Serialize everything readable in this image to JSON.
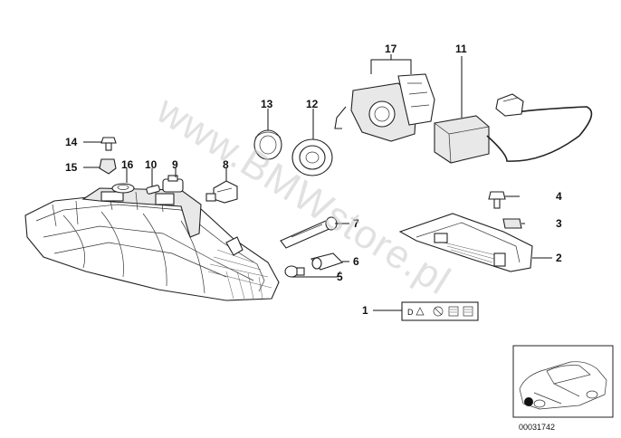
{
  "watermark": "www.BMWstore.pl",
  "reference_number": "00031742",
  "part_labels": {
    "p1": "1",
    "p2": "2",
    "p3": "3",
    "p4": "4",
    "p5": "5",
    "p6": "6",
    "p7": "7",
    "p8": "8",
    "p9": "9",
    "p10": "10",
    "p11": "11",
    "p12": "12",
    "p13": "13",
    "p14": "14",
    "p15": "15",
    "p16": "16",
    "p17": "17"
  },
  "warning_label": {
    "text": "D"
  },
  "icons": [
    "warning-label-icon",
    "car-location-thumbnail-icon"
  ]
}
